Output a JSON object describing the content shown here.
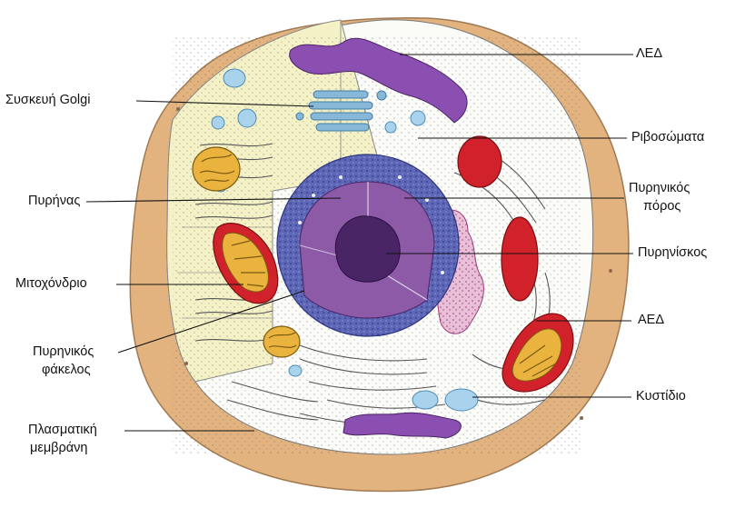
{
  "labels": {
    "golgi": "Συσκευή Golgi",
    "nucleus": "Πυρήνας",
    "mitochondrion": "Μιτοχόνδριο",
    "nuclear_envelope_1": "Πυρηνικός",
    "nuclear_envelope_2": "φάκελος",
    "plasma_membrane_1": "Πλασματική",
    "plasma_membrane_2": "μεμβράνη",
    "sed": "ΛΕΔ",
    "ribosomes": "Ριβοσώματα",
    "nuclear_pore_1": "Πυρηνικός",
    "nuclear_pore_2": "πόρος",
    "nucleolus": "Πυρηνίσκος",
    "red": "ΑΕΔ",
    "vesicle": "Κυστίδιο"
  },
  "colors": {
    "membrane": "#e2b37f",
    "membrane_edge": "#8a6a48",
    "cytoplasm_yellow": "#f4f1c6",
    "cytoplasm_white": "#fbfbf8",
    "nucleus_outer": "#5e67b7",
    "nucleus_inner": "#8d5aa8",
    "nucleolus": "#4a2566",
    "smooth_er": "#8a4fb0",
    "golgi": "#88b8d8",
    "mitochondria_red": "#d1222b",
    "mitochondria_inner": "#e9b33d",
    "vesicle": "#a9d3ec",
    "ribosome_region": "#e4b8d4"
  }
}
